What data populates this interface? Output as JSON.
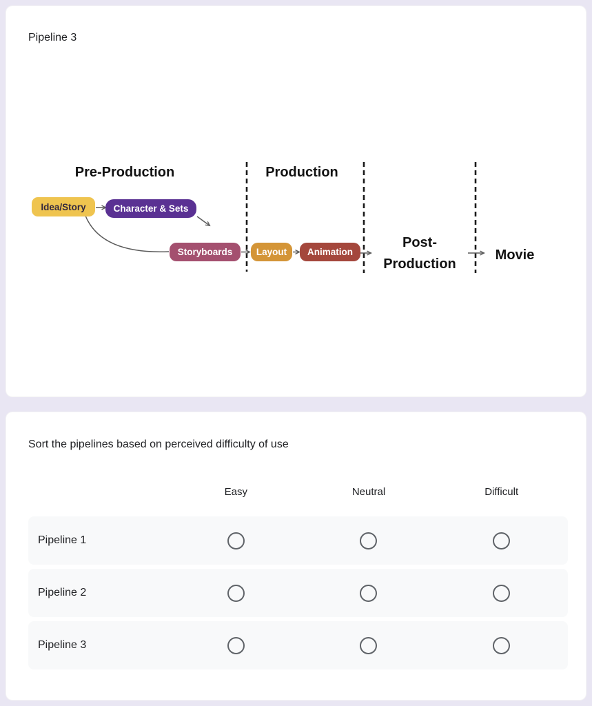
{
  "page": {
    "background": "#E9E6F3"
  },
  "pipeline_card": {
    "title": "Pipeline 3",
    "diagram": {
      "stage_labels": {
        "pre": "Pre-Production",
        "prod": "Production",
        "post_line1": "Post-",
        "post_line2": "Production",
        "movie": "Movie"
      },
      "nodes": {
        "idea": {
          "label": "Idea/Story",
          "fill": "#EFC44F",
          "text": "#33283E"
        },
        "character": {
          "label": "Character & Sets",
          "fill": "#5A3193",
          "text": "#FFFFFF"
        },
        "storyboards": {
          "label": "Storyboards",
          "fill": "#A4506F",
          "text": "#FFFFFF"
        },
        "layout": {
          "label": "Layout",
          "fill": "#D49537",
          "text": "#FFFFFF"
        },
        "animation": {
          "label": "Animation",
          "fill": "#A4473C",
          "text": "#FFFFFF"
        }
      }
    }
  },
  "sort_card": {
    "title": "Sort the pipelines based on perceived difficulty of use",
    "columns": [
      "Easy",
      "Neutral",
      "Difficult"
    ],
    "rows": [
      {
        "label": "Pipeline 1"
      },
      {
        "label": "Pipeline 2"
      },
      {
        "label": "Pipeline 3"
      }
    ]
  }
}
